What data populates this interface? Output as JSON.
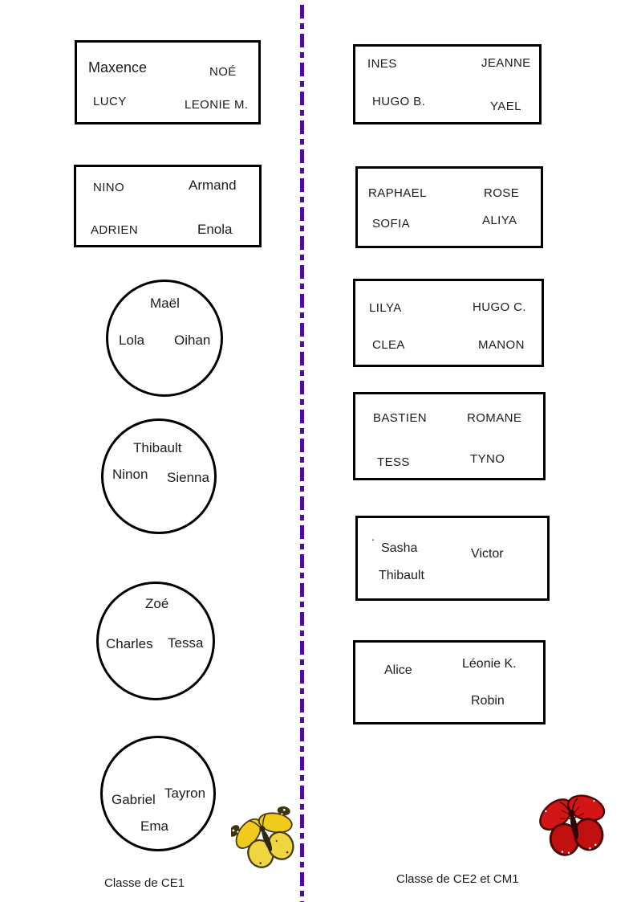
{
  "document": {
    "type": "classroom-seating-plan",
    "left_class_label": "Classe de CE1",
    "right_class_label": "Classe de CE2 et CM1"
  },
  "colors": {
    "divider": "#4a0d9f",
    "table_border": "#000000",
    "text": "#1c1c1c",
    "yellow_butterfly_wing": "#f0cb1c",
    "red_butterfly_wing": "#d41515"
  },
  "left": {
    "label": "Classe de CE1",
    "rect1": [
      "Maxence",
      "NOÉ",
      "LUCY",
      "LEONIE M."
    ],
    "rect2": [
      "NINO",
      "Armand",
      "ADRIEN",
      "Enola"
    ],
    "circle1": [
      "Maël",
      "Lola",
      "Oihan"
    ],
    "circle2": [
      "Thibault",
      "Ninon",
      "Sienna"
    ],
    "circle3": [
      "Zoé",
      "Charles",
      "Tessa"
    ],
    "circle4": [
      "Gabriel",
      "Tayron",
      "Ema"
    ]
  },
  "right": {
    "label": "Classe de CE2 et CM1",
    "rect1": [
      "INES",
      "JEANNE",
      "HUGO B.",
      "YAEL"
    ],
    "rect2": [
      "RAPHAEL",
      "ROSE",
      "SOFIA",
      "ALIYA"
    ],
    "rect3": [
      "LILYA",
      "HUGO C.",
      "CLEA",
      "MANON"
    ],
    "rect4": [
      "BASTIEN",
      "ROMANE",
      "TESS",
      "TYNO"
    ],
    "rect5": [
      "Sasha",
      "Victor",
      "Thibault"
    ],
    "rect6": [
      "Alice",
      "Léonie K.",
      "Robin"
    ],
    "stray_mark": "."
  },
  "icons": {
    "left_butterfly": "yellow-butterfly",
    "right_butterfly": "red-butterfly"
  }
}
